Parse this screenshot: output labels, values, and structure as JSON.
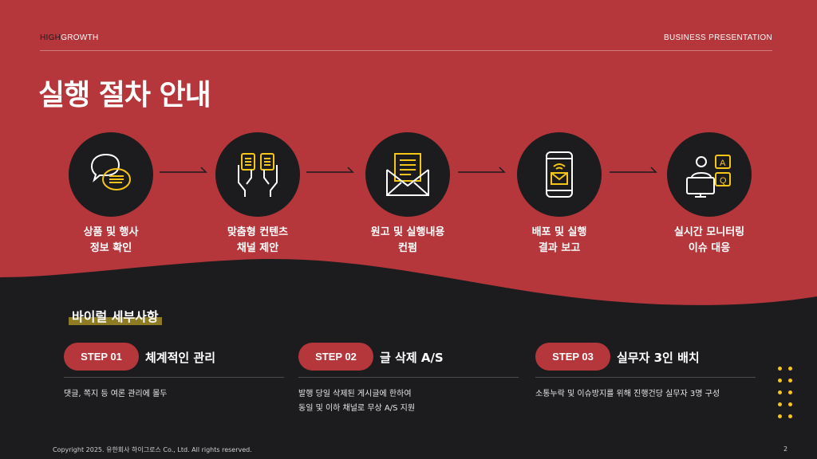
{
  "header": {
    "brand_high": "HIGH",
    "brand_growth": "GROWTH",
    "right_label": "BUSINESS PRESENTATION"
  },
  "title": "실행 절차 안내",
  "process_steps": [
    {
      "label_line1": "상품 및 행사",
      "label_line2": "정보 확인",
      "icon": "chat-bubbles-icon"
    },
    {
      "label_line1": "맞춤형 컨텐츠",
      "label_line2": "채널 제안",
      "icon": "hands-holding-documents-icon"
    },
    {
      "label_line1": "원고 및 실행내용",
      "label_line2": "컨펌",
      "icon": "open-envelope-letter-icon"
    },
    {
      "label_line1": "배포 및 실행",
      "label_line2": "결과 보고",
      "icon": "phone-message-icon"
    },
    {
      "label_line1": "실시간 모니터링",
      "label_line2": "이슈 대응",
      "icon": "support-qa-icon"
    }
  ],
  "section_title": "바이럴 세부사항",
  "cards": [
    {
      "step": "STEP 01",
      "heading": "체계적인 관리",
      "desc_lines": [
        "댓글, 쪽지 등 여론 관리에 몰두"
      ]
    },
    {
      "step": "STEP 02",
      "heading": "글 삭제 A/S",
      "desc_lines": [
        "발행 당일 삭제된 게시글에 한하여",
        "동일 및 이하 채널로 무상 A/S 지원"
      ]
    },
    {
      "step": "STEP 03",
      "heading": "실무자 3인 배치",
      "desc_lines": [
        "소통누락 및 이슈방지를 위해 진행건당 실무자 3명 구성"
      ]
    }
  ],
  "footer": "Copyright 2025. 유한회사 하이그로스 Co., Ltd. All rights reserved.",
  "page_number": "2",
  "colors": {
    "red": "#b5373b",
    "dark": "#1c1c1f",
    "accent_yellow": "#f5c518",
    "highlight": "#8e7c25"
  }
}
